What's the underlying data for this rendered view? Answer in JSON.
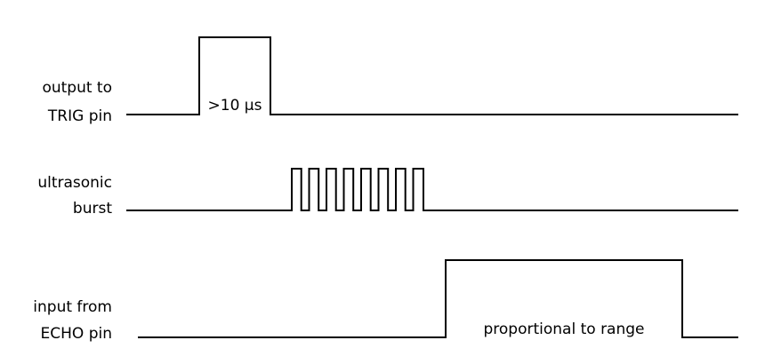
{
  "colors": {
    "background": "#ffffff",
    "line": "#000000",
    "text": "#000000"
  },
  "signals": [
    {
      "id": "trig",
      "label_lines": [
        "output to",
        "TRIG pin"
      ],
      "annotation": ">10 µs"
    },
    {
      "id": "burst",
      "label_lines": [
        "ultrasonic",
        "burst"
      ],
      "pulse_count": 8
    },
    {
      "id": "echo",
      "label_lines": [
        "input from",
        "ECHO pin"
      ],
      "annotation": "proportional to range"
    }
  ]
}
